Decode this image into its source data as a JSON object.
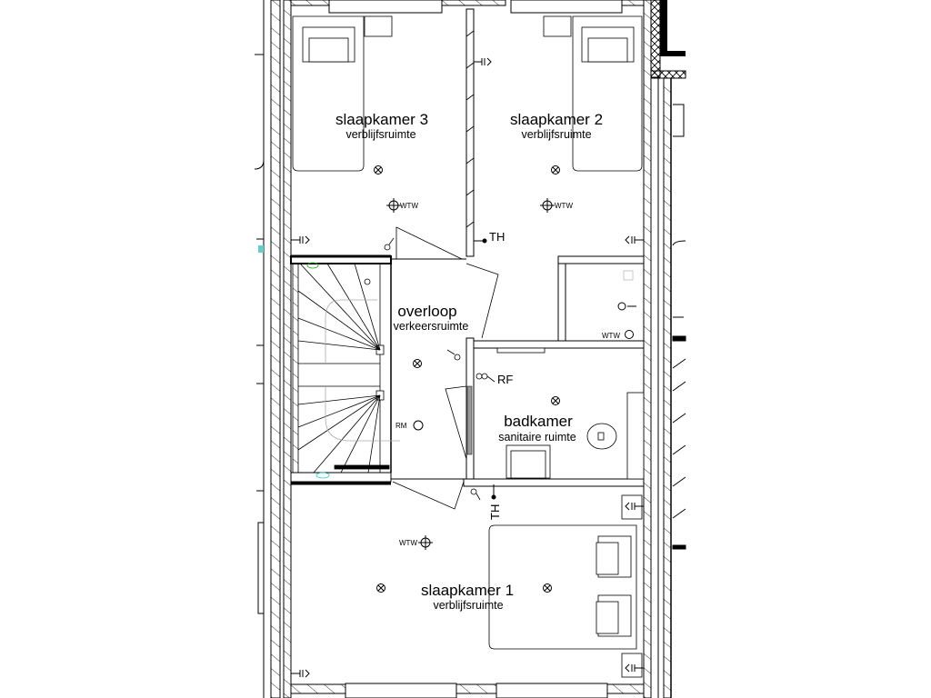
{
  "plan": {
    "rooms": [
      {
        "id": "slaapkamer3",
        "name": "slaapkamer 3",
        "function": "verblijfsruimte"
      },
      {
        "id": "slaapkamer2",
        "name": "slaapkamer 2",
        "function": "verblijfsruimte"
      },
      {
        "id": "overloop",
        "name": "overloop",
        "function": "verkeersruimte"
      },
      {
        "id": "badkamer",
        "name": "badkamer",
        "function": "sanitaire ruimte"
      },
      {
        "id": "slaapkamer1",
        "name": "slaapkamer 1",
        "function": "verblijfsruimte"
      }
    ],
    "symbols": {
      "wtw": "WTW",
      "th": "TH",
      "rf": "RF",
      "rm": "RM"
    }
  }
}
